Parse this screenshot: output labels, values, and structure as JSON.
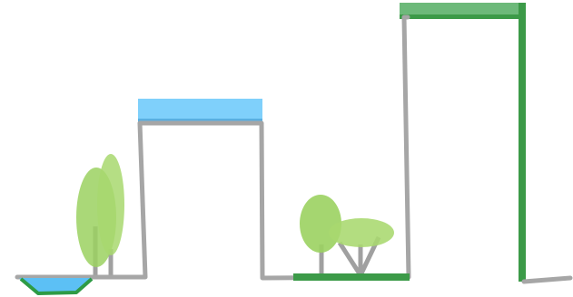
{
  "colors": {
    "background": "#ffffff",
    "profile_line": "#a6a6a6",
    "water_fill": "#7fd0fb",
    "water_stroke": "#5aafe0",
    "pond_fill": "#5cc0f5",
    "pond_rim": "#2e9b45",
    "grass_dark": "#3c9a48",
    "grass_band": "#6db97a",
    "foliage": "#9bd160",
    "foliage_light": "#a8d86e",
    "trunk": "#a0a0a0"
  },
  "elements": {
    "pond": "water-pond",
    "raised_water": "water-block",
    "grass_ground": "grass-strip",
    "tall_grass_block": "grass-block",
    "trees": [
      "tree-tall-pair",
      "tree-round",
      "tree-wide-canopy"
    ]
  }
}
